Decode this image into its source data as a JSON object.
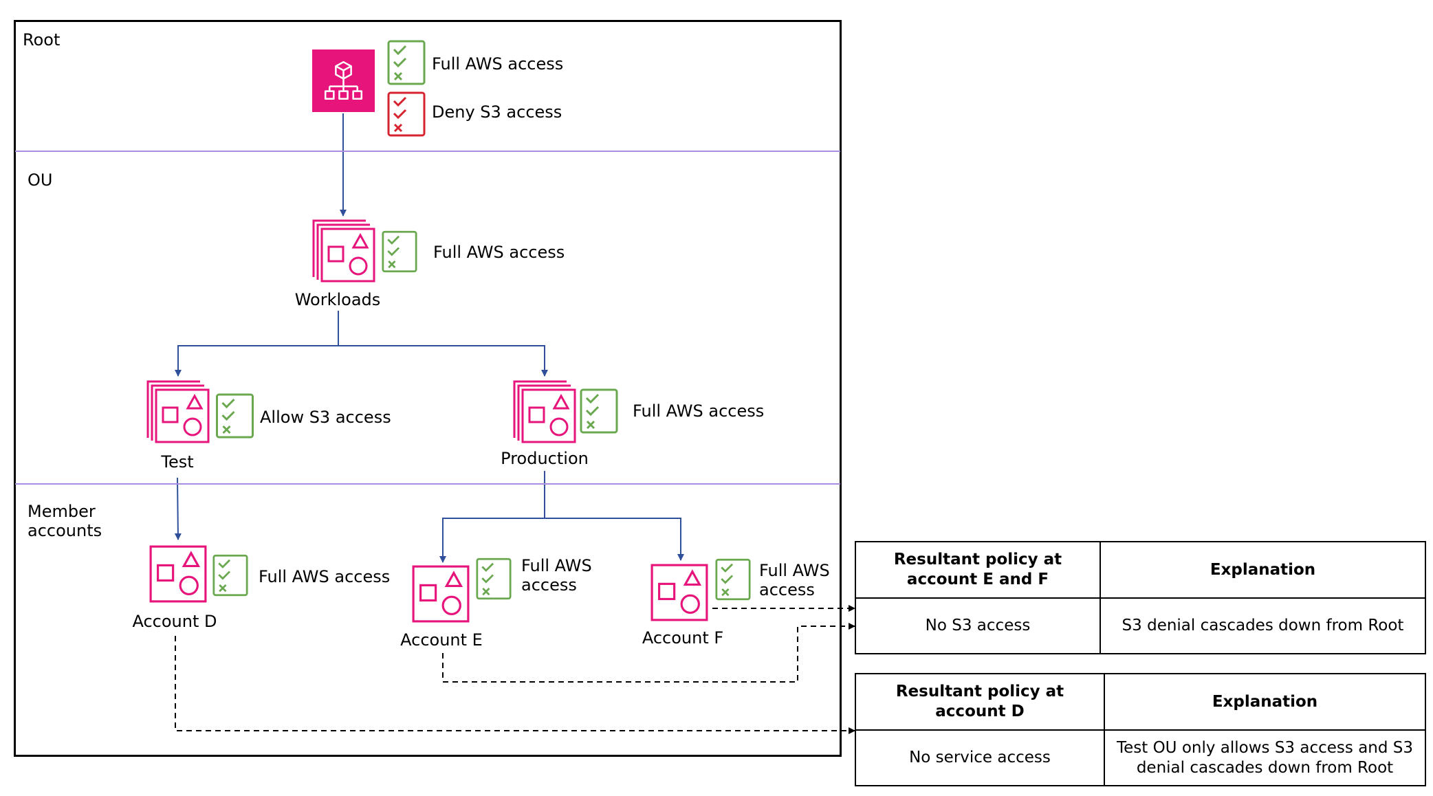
{
  "levels": {
    "root": "Root",
    "ou": "OU",
    "member": "Member\naccounts"
  },
  "root": {
    "policies": {
      "full_aws": "Full AWS access",
      "deny_s3": "Deny S3 access"
    }
  },
  "workloads": {
    "name": "Workloads",
    "policy": "Full AWS access"
  },
  "test": {
    "name": "Test",
    "policy": "Allow S3 access"
  },
  "production": {
    "name": "Production",
    "policy": "Full AWS access"
  },
  "account_d": {
    "name": "Account D",
    "policy": "Full AWS access"
  },
  "account_e": {
    "name": "Account E",
    "policy": "Full AWS\naccess"
  },
  "account_f": {
    "name": "Account F",
    "policy": "Full AWS\naccess"
  },
  "table_ef": {
    "col1_header": "Resultant policy at account E and F",
    "col2_header": "Explanation",
    "col1_value": "No S3 access",
    "col2_value": "S3 denial cascades down from Root"
  },
  "table_d": {
    "col1_header": "Resultant policy at account D",
    "col2_header": "Explanation",
    "col1_value": "No service access",
    "col2_value": "Test OU only allows S3 access and S3 denial cascades down from Root"
  },
  "colors": {
    "org_pink": "#e7157b",
    "check_green": "#6aa84f",
    "deny_red": "#d6232f",
    "divider": "#a88ce0",
    "arrow_blue": "#2f4f9a"
  }
}
